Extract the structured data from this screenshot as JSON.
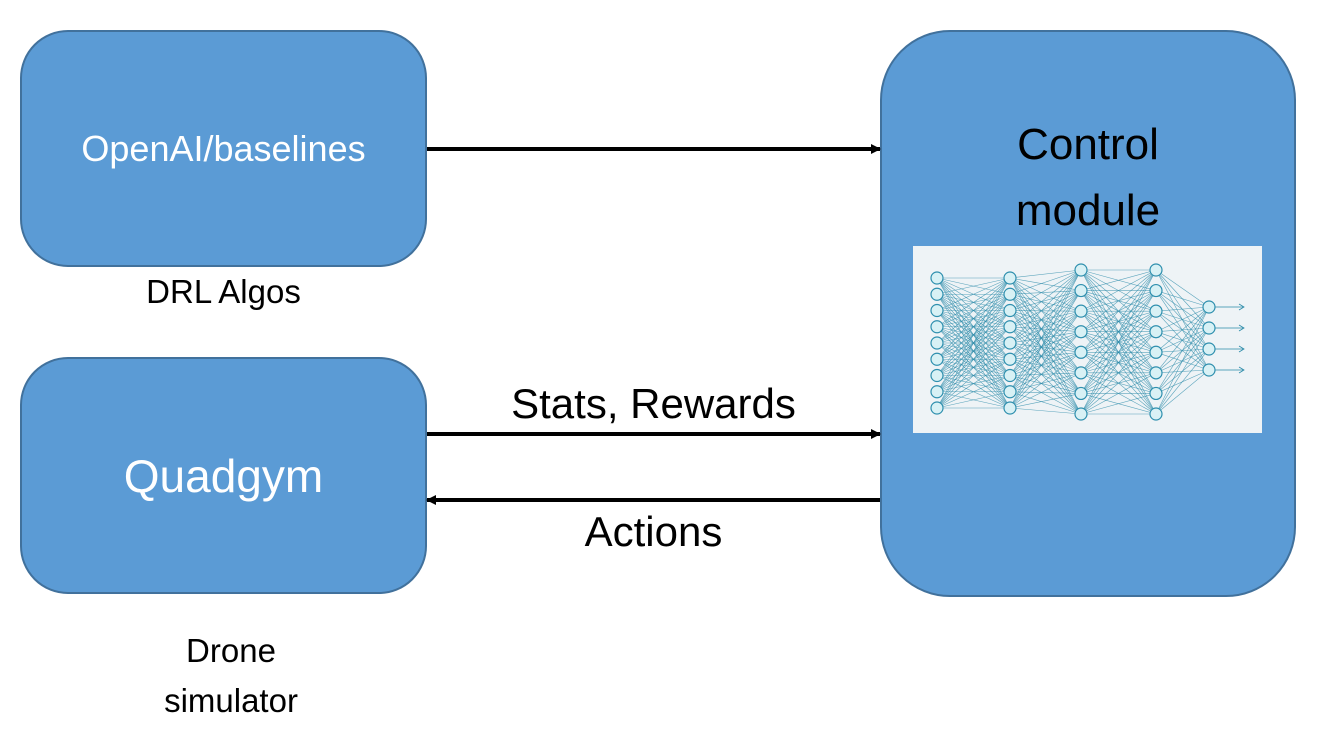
{
  "boxes": {
    "openai": {
      "label": "OpenAI/baselines",
      "caption": "DRL Algos"
    },
    "quadgym": {
      "label": "Quadgym",
      "caption_line1": "Drone",
      "caption_line2": "simulator"
    },
    "control": {
      "title_line1": "Control",
      "title_line2": "module"
    }
  },
  "arrows": {
    "stats_label": "Stats, Rewards",
    "actions_label": "Actions"
  },
  "colors": {
    "box_fill": "#5b9bd5",
    "box_border": "#41719c",
    "arrow": "#000000",
    "nn_background": "#eef3f6",
    "nn_edge": "#2a8aa8",
    "nn_node_fill": "#d8f1f5",
    "nn_node_stroke": "#2e8fae"
  },
  "network": {
    "layers": [
      9,
      9,
      8,
      8,
      4
    ],
    "output_arrows": 4
  }
}
